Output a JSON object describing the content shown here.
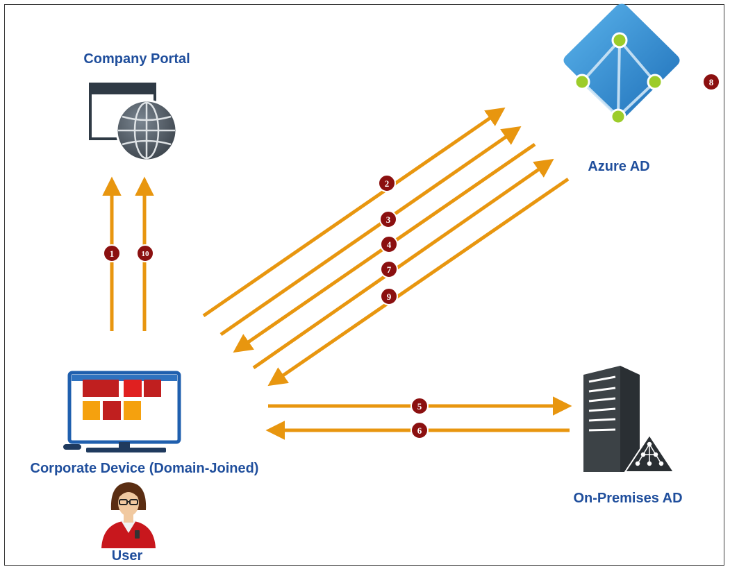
{
  "labels": {
    "company_portal": "Company Portal",
    "azure_ad": "Azure AD",
    "corporate_device": "Corporate Device (Domain-Joined)",
    "on_prem_ad": "On-Premises AD",
    "user": "User"
  },
  "steps": {
    "s1": "1",
    "s2": "2",
    "s3": "3",
    "s4": "4",
    "s5": "5",
    "s6": "6",
    "s7": "7",
    "s8": "8",
    "s9": "9",
    "s10": "10"
  },
  "colors": {
    "arrow": "#e8960f",
    "badge": "#8b1010",
    "label": "#1f4e9c",
    "azure_blue": "#2e8fd6",
    "node_green": "#9ccc2a"
  }
}
